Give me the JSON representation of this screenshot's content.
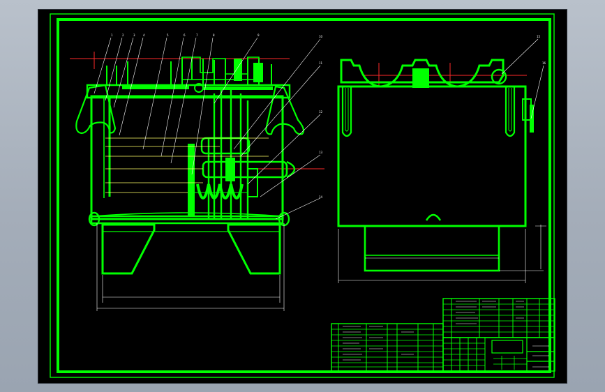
{
  "window": {
    "background_color": "#a4adb9",
    "viewport_color": "#000000",
    "drawing_color": "#00ff00",
    "centerline_color": "#ff2a2a",
    "leader_color": "#ffff66",
    "dimension_color": "#ffffff"
  },
  "drawing": {
    "front_view_balloons": [
      "1",
      "2",
      "3",
      "4",
      "5",
      "6",
      "7",
      "8",
      "9",
      "10",
      "11",
      "12",
      "13",
      "14"
    ],
    "side_view_balloons": [
      "15",
      "16"
    ]
  }
}
